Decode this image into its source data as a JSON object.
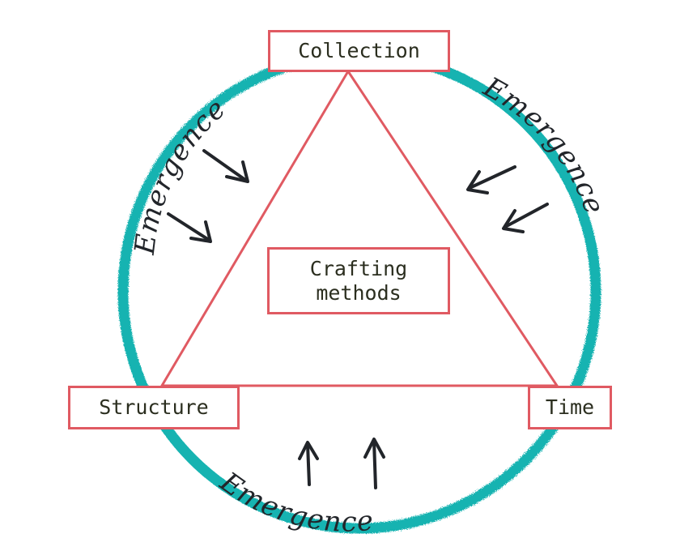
{
  "diagram": {
    "nodes": {
      "collection": "Collection",
      "structure": "Structure",
      "time": "Time",
      "center_line1": "Crafting",
      "center_line2": "methods"
    },
    "emergence_labels": {
      "left": "Emergence",
      "right": "Emergence",
      "bottom": "Emergence"
    },
    "colors": {
      "circle": "#19b3b1",
      "triangle": "#e05a62",
      "box_border": "#e05a62",
      "text": "#2b2e1f",
      "handwriting": "#22252a"
    }
  }
}
